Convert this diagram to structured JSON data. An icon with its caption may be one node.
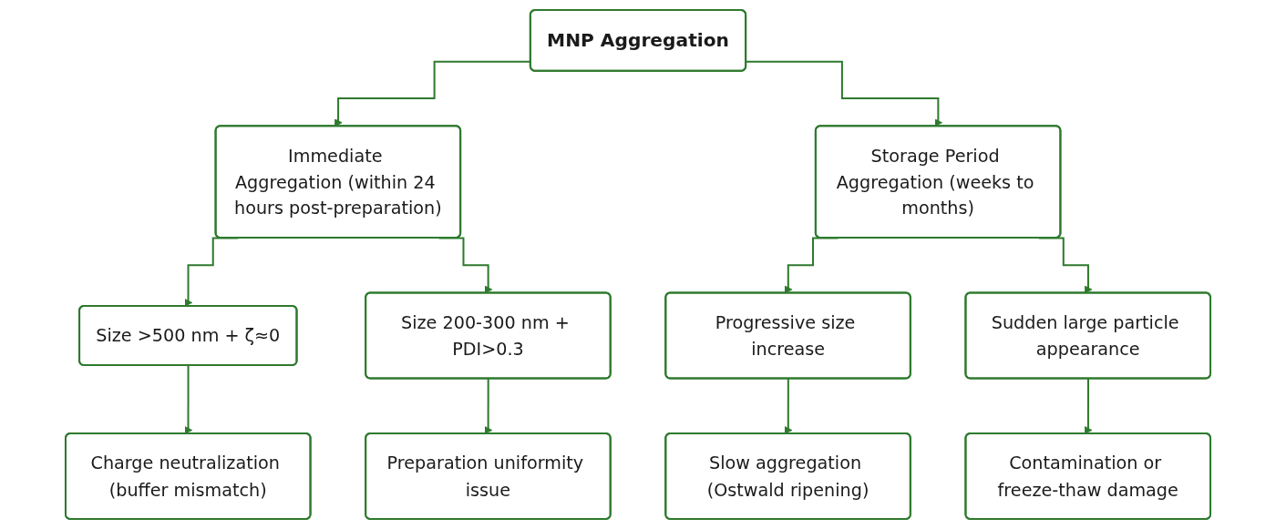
{
  "diagram": {
    "nodes": [
      {
        "text": [
          "MNP Aggregation"
        ]
      },
      {
        "text": [
          "Immediate Aggregation (within 24 hours post-preparation)"
        ]
      },
      {
        "text": [
          "Storage Period Aggregation (weeks to months)"
        ]
      },
      {
        "text": [
          "Size >500 nm + ζ≈0"
        ]
      },
      {
        "text": [
          "Size 200-300 nm + PDI>0.3"
        ]
      },
      {
        "text": [
          "Progressive size increase"
        ]
      },
      {
        "text": [
          "Sudden large particle appearance"
        ]
      },
      {
        "text": [
          "Charge neutralization (buffer mismatch)"
        ]
      },
      {
        "text": [
          "Preparation uniformity issue"
        ]
      },
      {
        "text": [
          "Slow aggregation (Ostwald ripening)"
        ]
      },
      {
        "text": [
          "Contamination or freeze-thaw damage"
        ]
      }
    ],
    "edges": [
      {
        "from": 0,
        "to": 1,
        "arrow": "to"
      },
      {
        "from": 0,
        "to": 2,
        "arrow": "to"
      },
      {
        "from": 1,
        "to": 3,
        "arrow": "to"
      },
      {
        "from": 1,
        "to": 4,
        "arrow": "to"
      },
      {
        "from": 2,
        "to": 5,
        "arrow": "to"
      },
      {
        "from": 2,
        "to": 6,
        "arrow": "to"
      },
      {
        "from": 3,
        "to": 7,
        "arrow": "to"
      },
      {
        "from": 4,
        "to": 8,
        "arrow": "to"
      },
      {
        "from": 5,
        "to": 9,
        "arrow": "to"
      },
      {
        "from": 6,
        "to": 10,
        "arrow": "to"
      }
    ]
  }
}
